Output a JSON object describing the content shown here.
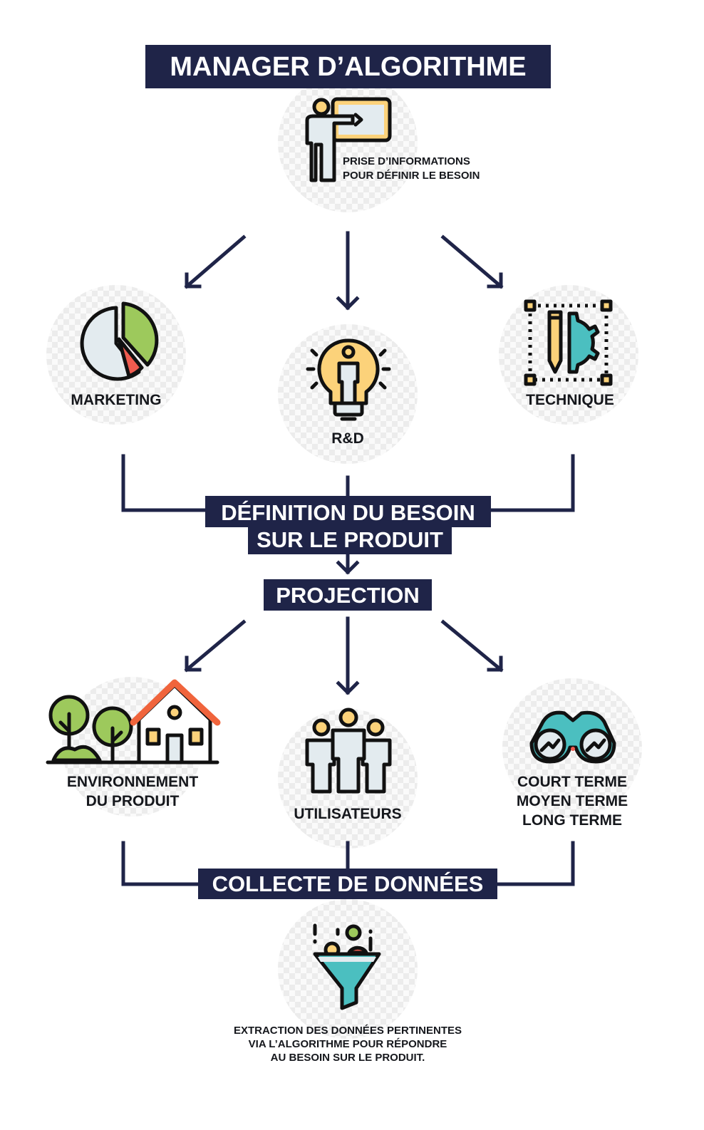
{
  "title": "MANAGER D’ALGORITHME",
  "top_step": {
    "line1": "PRISE D’INFORMATIONS",
    "line2": "POUR DÉFINIR LE BESOIN",
    "icon": "presenter-board-icon"
  },
  "branches_1": [
    {
      "label": "MARKETING",
      "icon": "pie-chart-icon"
    },
    {
      "label": "R&D",
      "icon": "lightbulb-person-icon"
    },
    {
      "label": "TECHNIQUE",
      "icon": "pencil-gear-icon"
    }
  ],
  "definition": {
    "line1": "DÉFINITION DU BESOIN",
    "line2": "SUR LE PRODUIT"
  },
  "projection": "PROJECTION",
  "branches_2": [
    {
      "line1": "ENVIRONNEMENT",
      "line2": "DU PRODUIT",
      "icon": "house-trees-icon"
    },
    {
      "label": "UTILISATEURS",
      "icon": "people-group-icon"
    },
    {
      "line1": "COURT TERME",
      "line2": "MOYEN TERME",
      "line3": "LONG TERME",
      "icon": "binoculars-icon"
    }
  ],
  "collecte": "COLLECTE DE DONNÉES",
  "bottom_step": {
    "line1": "EXTRACTION DES DONNÉES PERTINENTES",
    "line2": "VIA L’ALGORITHME POUR RÉPONDRE",
    "line3": "AU BESOIN SUR LE PRODUIT.",
    "icon": "funnel-icon"
  },
  "colors": {
    "navy": "#1f2448",
    "teal": "#4bbfc0",
    "yellow": "#fcd27a",
    "green": "#9dc95c",
    "red": "#ef5b4f",
    "orange": "#f0643c"
  }
}
